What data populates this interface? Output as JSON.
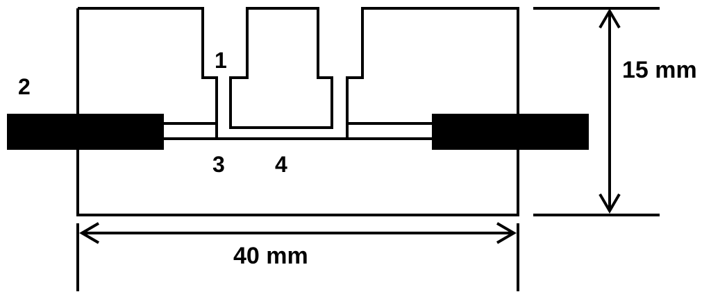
{
  "labels": {
    "part_1": "1",
    "part_2": "2",
    "part_3": "3",
    "part_4": "4"
  },
  "dimensions": {
    "height": "15 mm",
    "width": "40 mm"
  },
  "colors": {
    "stroke": "#000000",
    "background": "#ffffff"
  }
}
